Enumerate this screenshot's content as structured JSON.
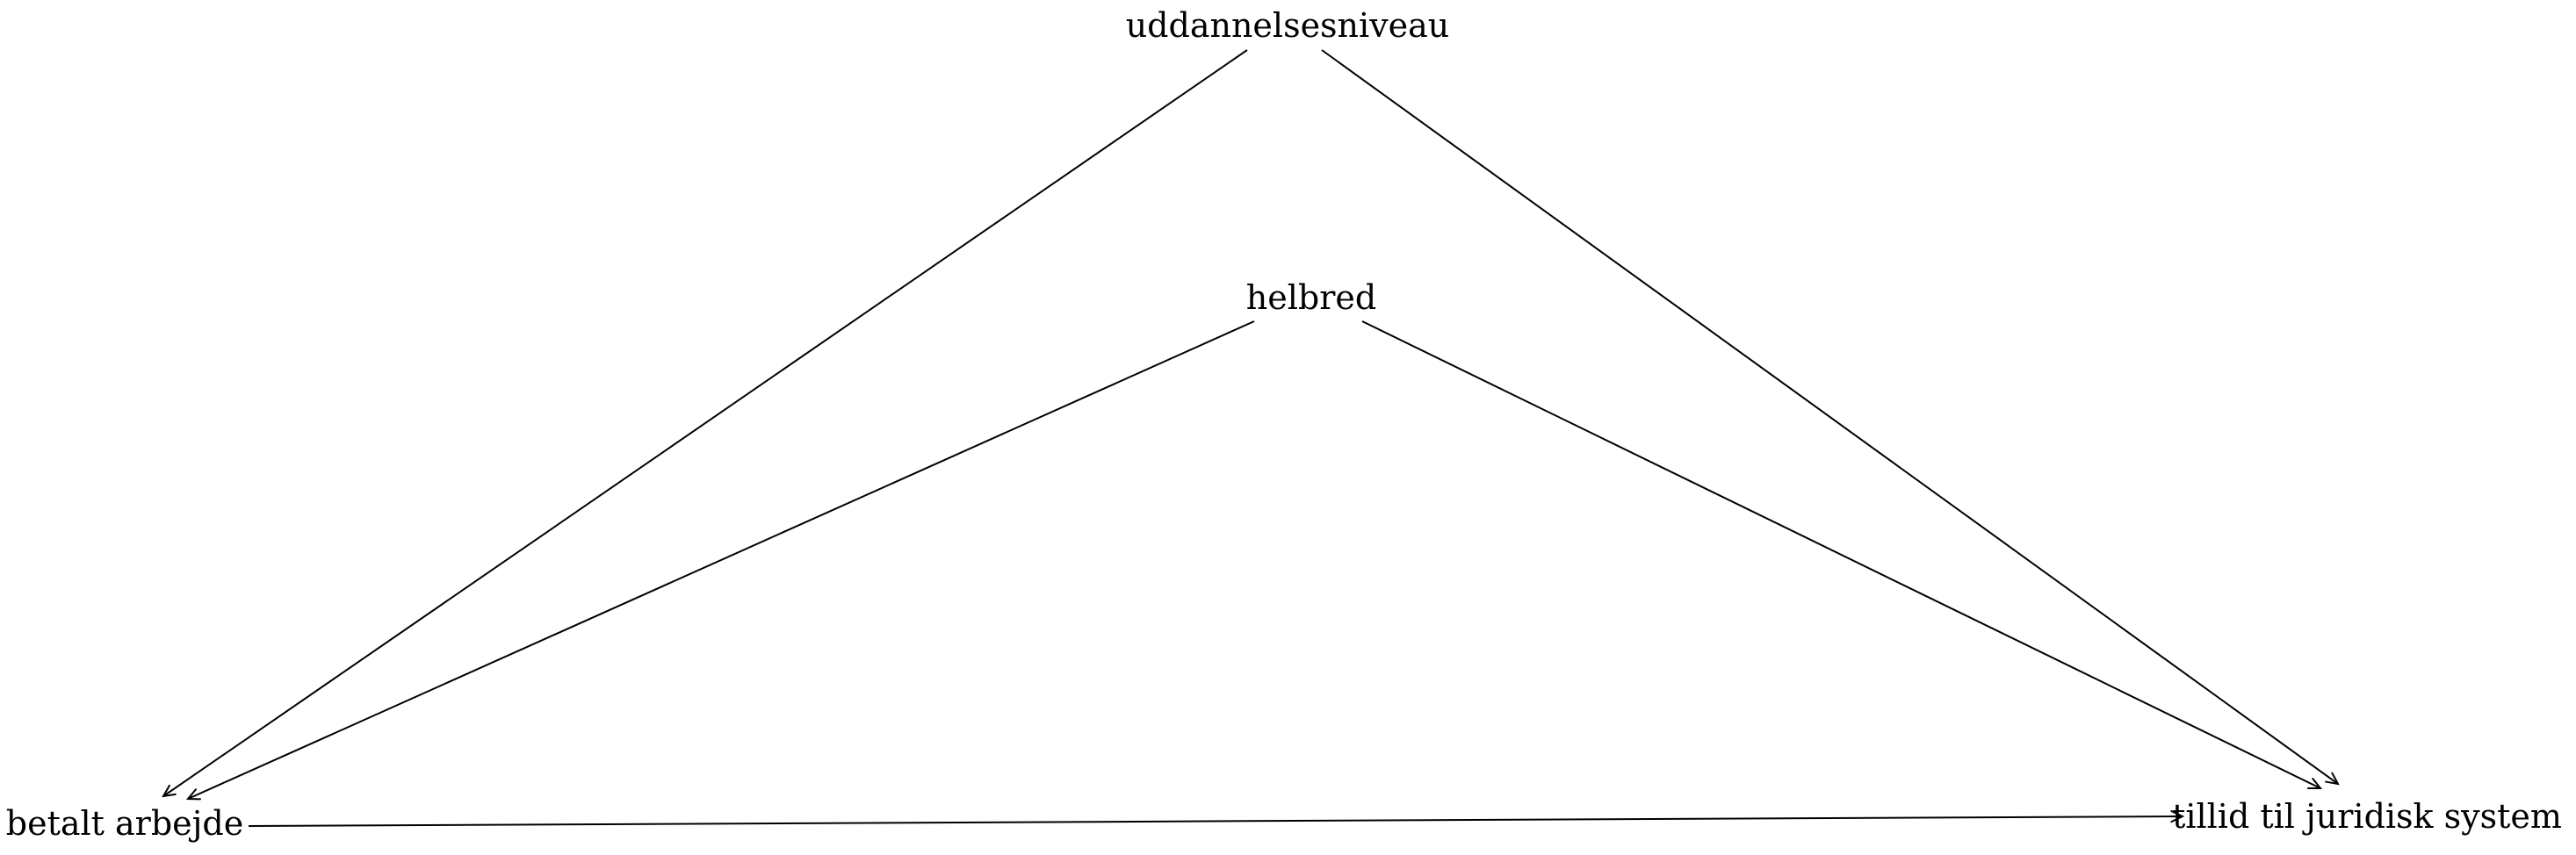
{
  "diagram": {
    "nodes": [
      {
        "id": "uddannelsesniveau",
        "label": "uddannelsesniveau"
      },
      {
        "id": "helbred",
        "label": "helbred"
      },
      {
        "id": "betalt_arbejde",
        "label": "betalt arbejde"
      },
      {
        "id": "tillid",
        "label": "tillid til juridisk system"
      }
    ],
    "edges": [
      {
        "from": "uddannelsesniveau",
        "to": "betalt_arbejde"
      },
      {
        "from": "uddannelsesniveau",
        "to": "tillid"
      },
      {
        "from": "helbred",
        "to": "betalt_arbejde"
      },
      {
        "from": "helbred",
        "to": "tillid"
      },
      {
        "from": "betalt_arbejde",
        "to": "tillid"
      }
    ]
  }
}
